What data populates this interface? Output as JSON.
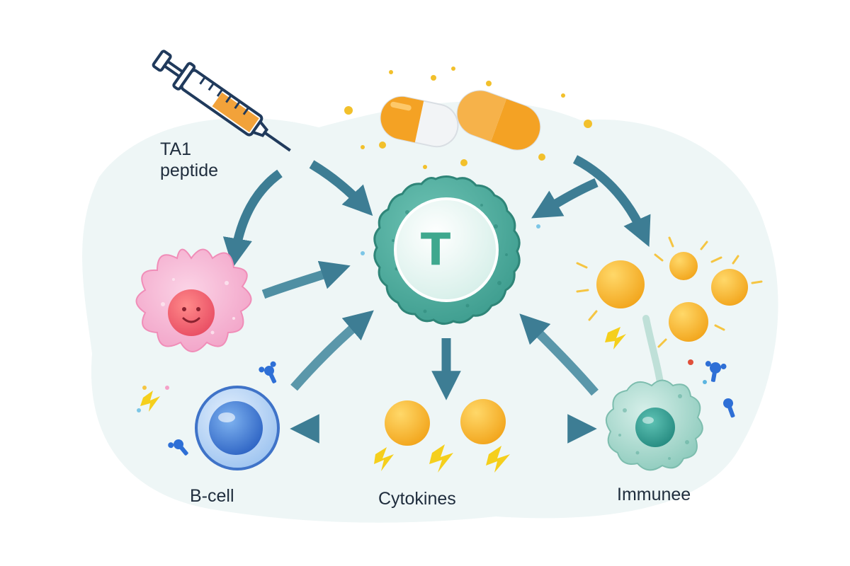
{
  "labels": {
    "ta1_peptide": "TA1\npeptide",
    "b_cell": "B-cell",
    "cytokines": "Cytokines",
    "immune": "Immunee",
    "t_cell_letter": "T"
  },
  "colors": {
    "arrow": "#3d7d94",
    "t_cell": "#4faa9c",
    "t_cell_letter": "#3fa88e",
    "b_cell": "#3f7fd6",
    "pink_cell": "#f4a7c9",
    "immune_cell": "#8fcfc1",
    "cytokine": "#f6b427",
    "capsule": "#f4a224",
    "syringe_outline": "#203a5c",
    "syringe_fluid": "#f2a23a",
    "background_blob": "#eef6f6"
  },
  "icons": [
    "syringe-icon",
    "capsule-icon",
    "t-cell-icon",
    "dendritic-cell-icon",
    "b-cell-icon",
    "cytokine-icon",
    "macrophage-icon",
    "lightning-icon",
    "antibody-icon"
  ]
}
